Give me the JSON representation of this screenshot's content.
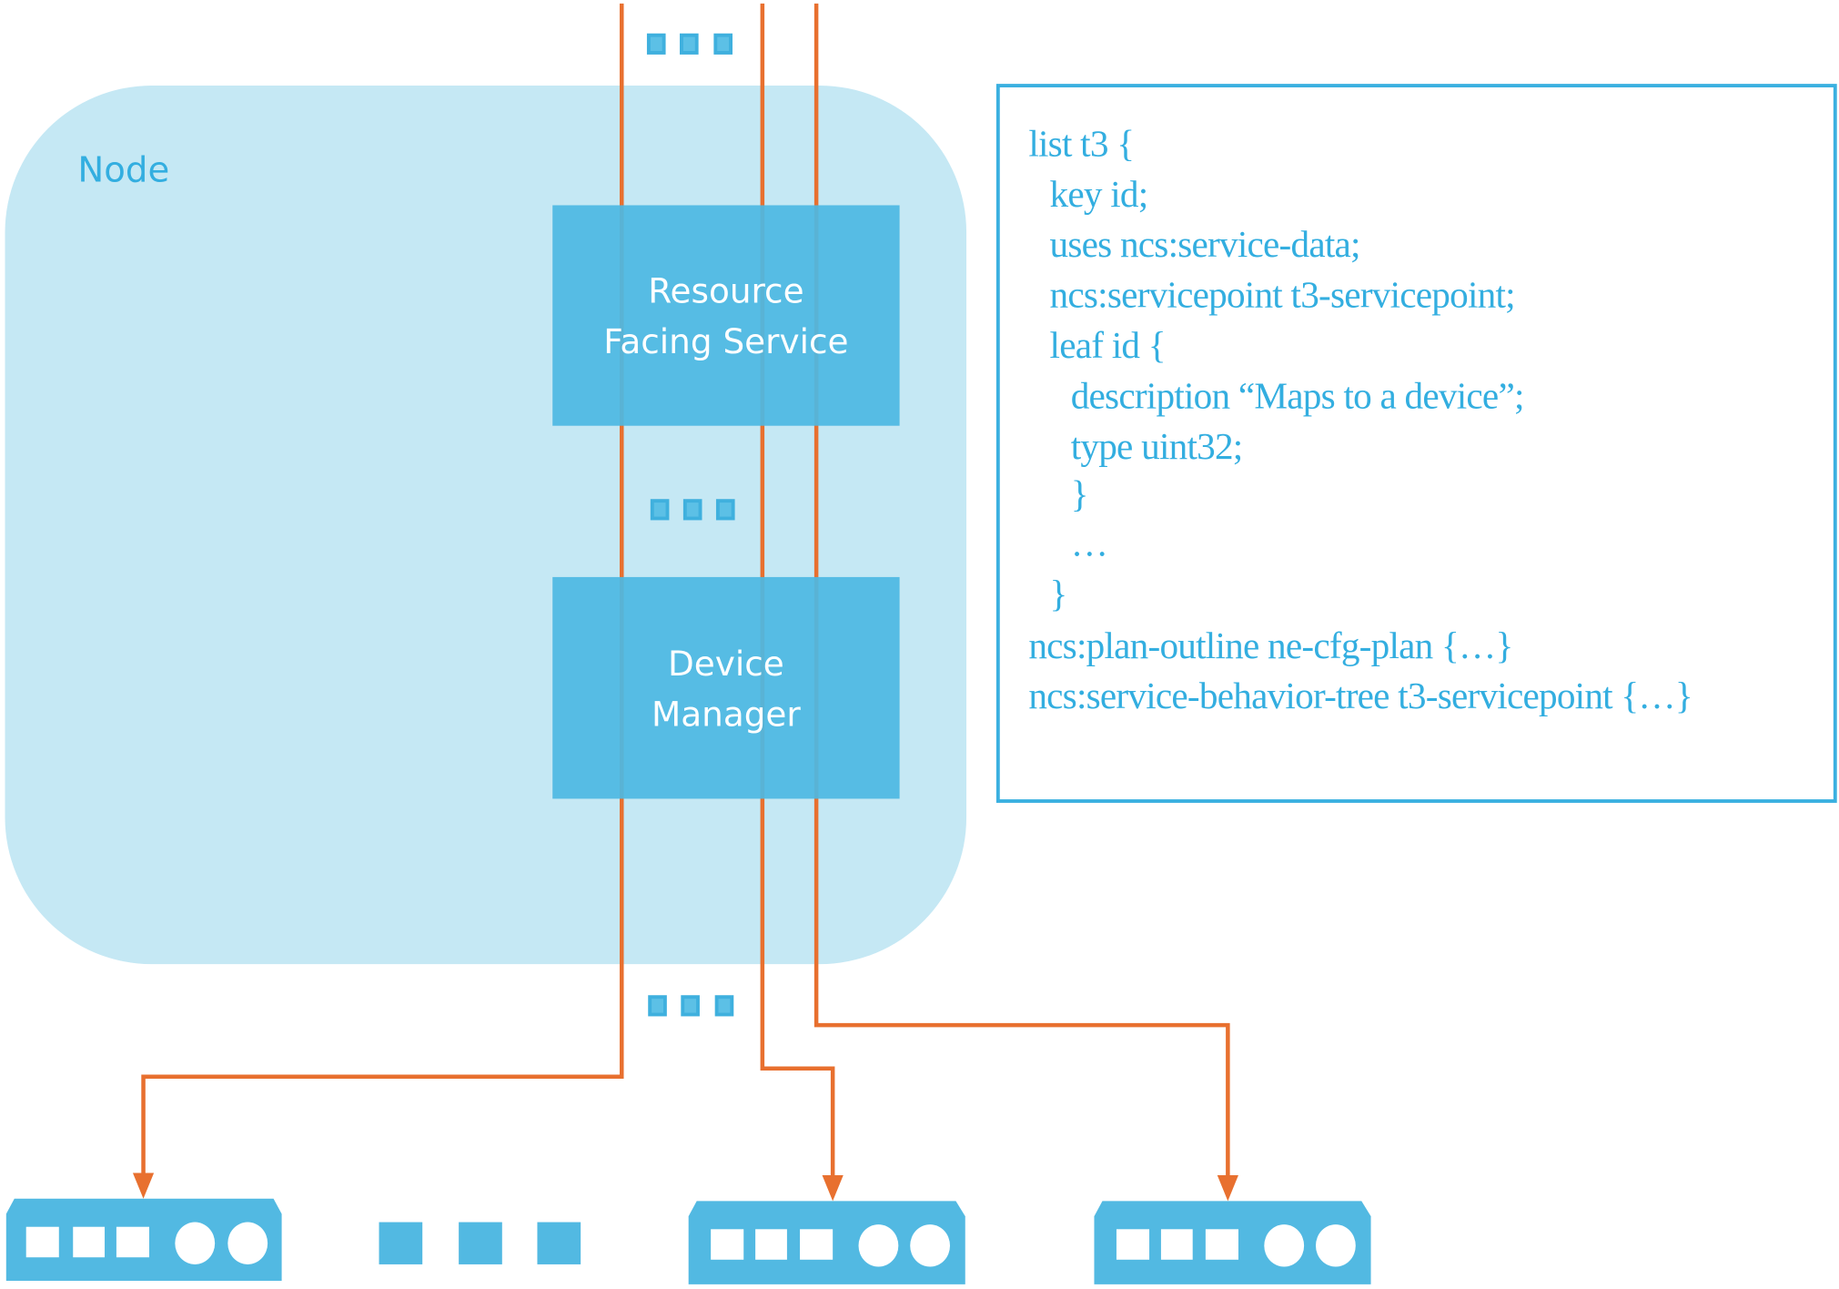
{
  "colors": {
    "node_fill": "#c5e8f4",
    "box_fill": "#4db8e2",
    "text_blue": "#33aee0",
    "path_orange": "#e8702f",
    "device_fill": "#52b9e2"
  },
  "node": {
    "label": "Node"
  },
  "rfs_box": {
    "line1": "Resource",
    "line2": "Facing Service"
  },
  "dm_box": {
    "line1": "Device",
    "line2": "Manager"
  },
  "code": {
    "lines": [
      "list t3 {",
      "key id;",
      "uses ncs:service-data;",
      "ncs:servicepoint t3-servicepoint;",
      "leaf id {",
      "description “Maps to a device”;",
      "type uint32;",
      "}",
      "…",
      "}",
      "ncs:plan-outline ne-cfg-plan {…}",
      "ncs:service-behavior-tree t3-servicepoint {…}"
    ]
  },
  "devices": [
    {
      "icon": "network-device-icon"
    },
    {
      "icon": "network-device-icon"
    },
    {
      "icon": "network-device-icon"
    }
  ],
  "ellipsis_icon": "more-squares-icon"
}
